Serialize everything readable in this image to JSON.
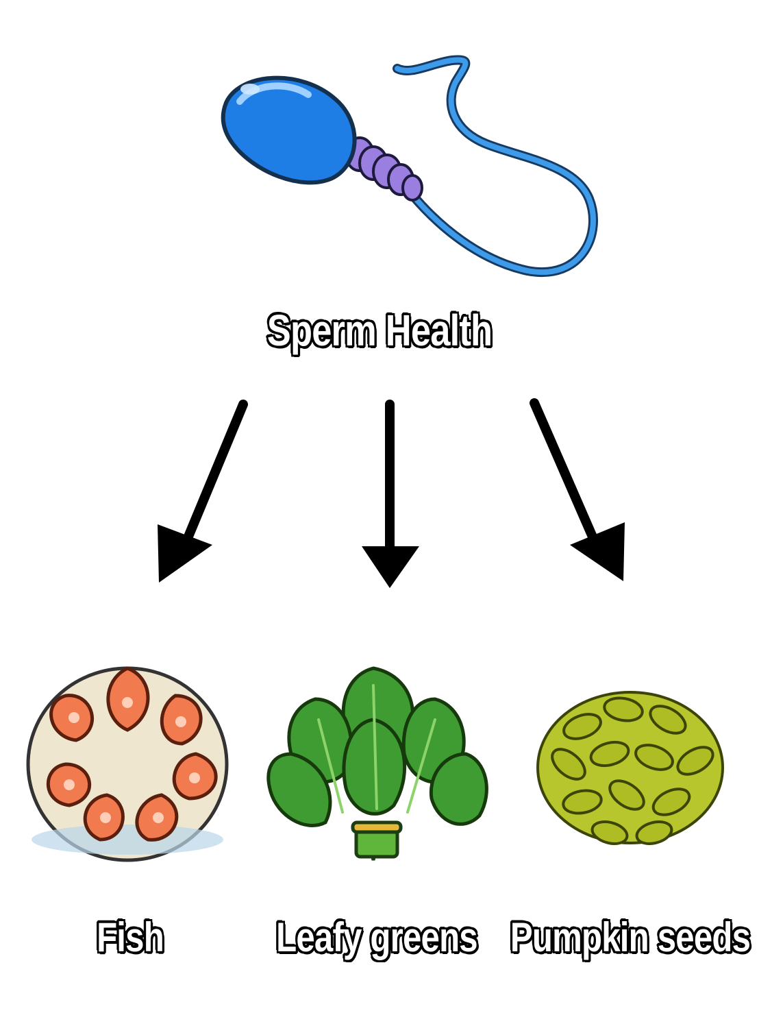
{
  "diagram": {
    "root": {
      "label": "Sperm Health",
      "icon": "sperm-icon",
      "colors": {
        "head": "#1f7de6",
        "midpiece": "#9b7fe0",
        "tail": "#3d9be9"
      }
    },
    "children": [
      {
        "label": "Fish",
        "icon": "fish-plate-icon",
        "colors": {
          "flesh": "#f17b4f",
          "plate": "#eee6cf"
        }
      },
      {
        "label": "Leafy greens",
        "icon": "leafy-greens-icon",
        "colors": {
          "leaf": "#3f9c32",
          "band": "#e6b83a"
        }
      },
      {
        "label": "Pumpkin seeds",
        "icon": "pumpkin-seeds-icon",
        "colors": {
          "seed": "#9cac1c"
        }
      }
    ],
    "arrow_color": "#000000"
  }
}
